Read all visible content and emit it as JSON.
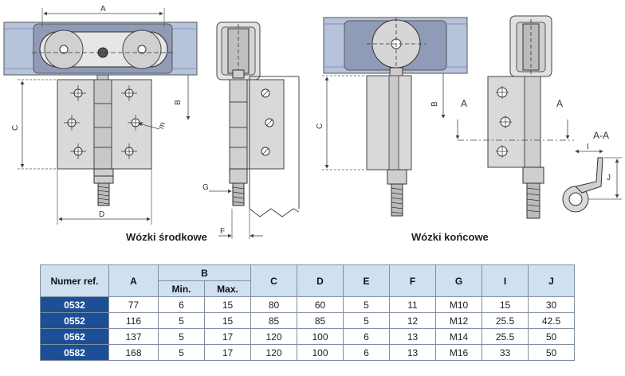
{
  "captions": {
    "middle": "Wózki środkowe",
    "end": "Wózki końcowe"
  },
  "labels": {
    "A": "A",
    "B": "B",
    "C": "C",
    "D": "D",
    "F": "F",
    "G": "G",
    "m": "m",
    "B2": "B",
    "C2": "C",
    "section_A_left": "A",
    "section_A_right": "A",
    "section_AA": "A-A",
    "I": "I",
    "J": "J"
  },
  "colors": {
    "rail": "#b7c3db",
    "plate": "#d9d9d9",
    "header": "#cfe0f1",
    "ref": "#1d4f96"
  },
  "table": {
    "headers": {
      "ref": "Numer ref.",
      "A": "A",
      "B": "B",
      "B_min": "Min.",
      "B_max": "Max.",
      "C": "C",
      "D": "D",
      "E": "E",
      "F": "F",
      "G": "G",
      "I": "I",
      "J": "J"
    },
    "rows": [
      {
        "ref": "0532",
        "A": "77",
        "B_min": "6",
        "B_max": "15",
        "C": "80",
        "D": "60",
        "E": "5",
        "F": "11",
        "G": "M10",
        "I": "15",
        "J": "30"
      },
      {
        "ref": "0552",
        "A": "116",
        "B_min": "5",
        "B_max": "15",
        "C": "85",
        "D": "85",
        "E": "5",
        "F": "12",
        "G": "M12",
        "I": "25.5",
        "J": "42.5"
      },
      {
        "ref": "0562",
        "A": "137",
        "B_min": "5",
        "B_max": "17",
        "C": "120",
        "D": "100",
        "E": "6",
        "F": "13",
        "G": "M14",
        "I": "25.5",
        "J": "50"
      },
      {
        "ref": "0582",
        "A": "168",
        "B_min": "5",
        "B_max": "17",
        "C": "120",
        "D": "100",
        "E": "6",
        "F": "13",
        "G": "M16",
        "I": "33",
        "J": "50"
      }
    ]
  }
}
